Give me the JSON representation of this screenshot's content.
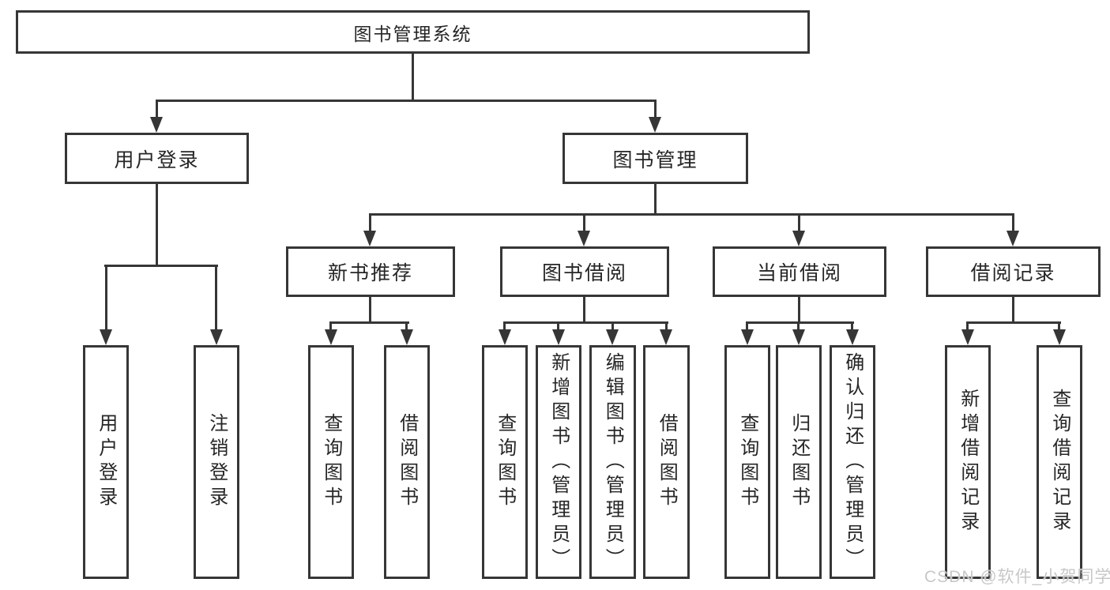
{
  "diagram": {
    "root": {
      "label": "图书管理系统"
    },
    "level2": {
      "user_login": {
        "label": "用户登录"
      },
      "book_management": {
        "label": "图书管理"
      }
    },
    "level3": {
      "new_book_recommend": {
        "label": "新书推荐"
      },
      "book_borrow": {
        "label": "图书借阅"
      },
      "current_borrow": {
        "label": "当前借阅"
      },
      "borrow_record": {
        "label": "借阅记录"
      }
    },
    "leaves": {
      "user_login_leaf": {
        "label": "用户登录",
        "parent": "用户登录"
      },
      "logout": {
        "label": "注销登录",
        "parent": "用户登录"
      },
      "nb_query": {
        "label": "查询图书",
        "parent": "新书推荐"
      },
      "nb_borrow": {
        "label": "借阅图书",
        "parent": "新书推荐"
      },
      "bb_query": {
        "label": "查询图书",
        "parent": "图书借阅"
      },
      "bb_add": {
        "label": "新增图书（管理员）",
        "parent": "图书借阅"
      },
      "bb_edit": {
        "label": "编辑图书（管理员）",
        "parent": "图书借阅"
      },
      "bb_borrow": {
        "label": "借阅图书",
        "parent": "图书借阅"
      },
      "cb_query": {
        "label": "查询图书",
        "parent": "当前借阅"
      },
      "cb_return": {
        "label": "归还图书",
        "parent": "当前借阅"
      },
      "cb_confirm": {
        "label": "确认归还（管理员）",
        "parent": "当前借阅"
      },
      "br_add": {
        "label": "新增借阅记录",
        "parent": "借阅记录"
      },
      "br_query": {
        "label": "查询借阅记录",
        "parent": "借阅记录"
      }
    },
    "watermark": "CSDN @软件_小贺同学",
    "colors": {
      "line": "#363636",
      "text": "#262626",
      "background": "#ffffff",
      "watermark": "#c8c8c8"
    }
  }
}
